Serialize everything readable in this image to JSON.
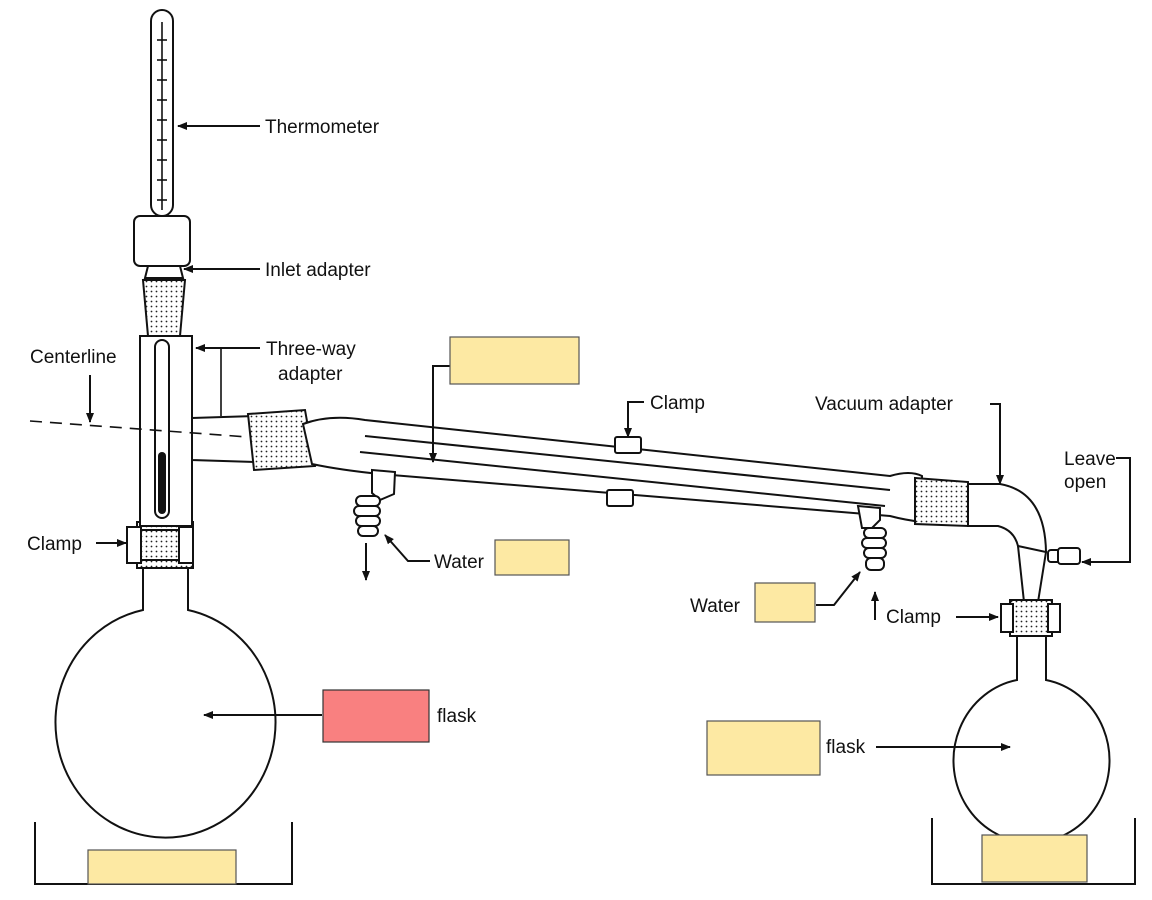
{
  "labels": {
    "thermometer": "Thermometer",
    "inlet_adapter": "Inlet adapter",
    "three_way_line1": "Three-way",
    "three_way_line2": "adapter",
    "centerline": "Centerline",
    "clamp_top": "Clamp",
    "vacuum_adapter": "Vacuum adapter",
    "leave_open_line1": "Leave",
    "leave_open_line2": "open",
    "clamp_left": "Clamp",
    "water_out": "Water",
    "water_in": "Water",
    "clamp_right": "Clamp",
    "flask_left": "flask",
    "flask_right": "flask"
  },
  "answer_boxes": [
    {
      "id": "condenser-box",
      "color": "#fde9a3",
      "state": "blank"
    },
    {
      "id": "water-out-box",
      "color": "#fde9a3",
      "state": "blank"
    },
    {
      "id": "water-in-box",
      "color": "#fde9a3",
      "state": "blank"
    },
    {
      "id": "left-flask-box",
      "color": "#f98080",
      "state": "target"
    },
    {
      "id": "right-flask-box",
      "color": "#fde9a3",
      "state": "blank"
    },
    {
      "id": "left-heater-box",
      "color": "#fde9a3",
      "state": "blank"
    },
    {
      "id": "right-bath-box",
      "color": "#fde9a3",
      "state": "blank"
    }
  ]
}
